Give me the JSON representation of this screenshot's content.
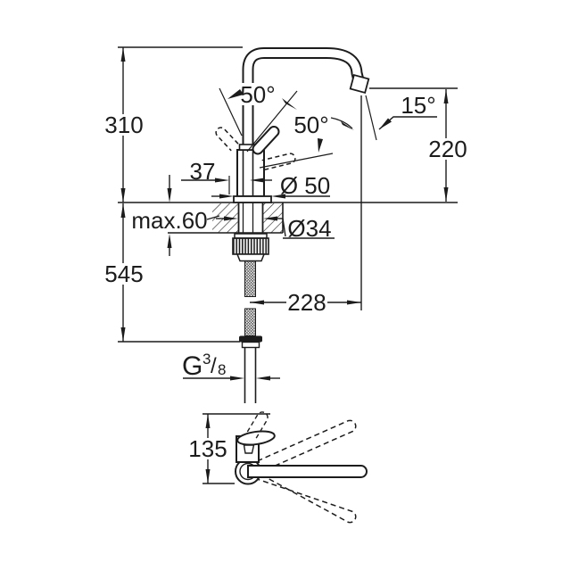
{
  "meta": {
    "title": "Single-lever kitchen faucet – technical dimension drawing",
    "background": "#ffffff",
    "line_color": "#1c1c1c"
  },
  "labels": {
    "height_above_deck": "310",
    "height_total": "545",
    "lever_angle_left": "50°",
    "lever_angle_right": "50°",
    "spout_tilt": "15°",
    "spout_outlet_height": "220",
    "lever_offset": "37",
    "base_diameter": "Ø 50",
    "deck_thickness": "max.60",
    "shank_diameter": "Ø34",
    "spout_reach": "228",
    "thread_g": "G",
    "thread_num": "3",
    "thread_slash": "/",
    "thread_den": "8",
    "swivel_span": "135"
  }
}
